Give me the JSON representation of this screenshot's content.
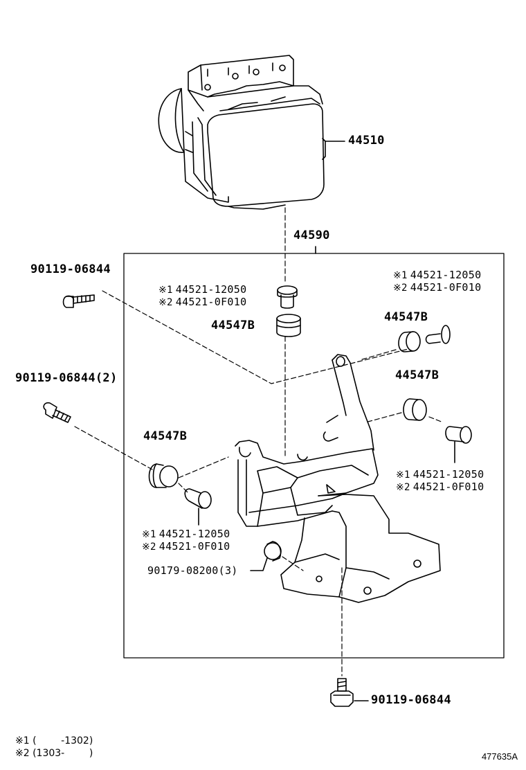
{
  "parts": {
    "actuator": "44510",
    "bracket_assy": "44590",
    "bolt_top_left": "90119-06844",
    "bolt_left_2": "90119-06844(2)",
    "bolt_bottom": "90119-06844",
    "nut_3": "90179-08200(3)",
    "cushion_center": "44547B",
    "cushion_right_upper": "44547B",
    "cushion_right_lower": "44547B",
    "cushion_left": "44547B"
  },
  "collar_groups": {
    "center": {
      "m1": "※1",
      "k1": "1",
      "p1": "44521-12050",
      "m2": "※2",
      "k2": "2",
      "p2": "44521-0F010"
    },
    "right_upper": {
      "m1": "※1",
      "k1": "1",
      "p1": "44521-12050",
      "m2": "※2",
      "k2": "2",
      "p2": "44521-0F010"
    },
    "right_lower": {
      "m1": "※1",
      "k1": "1",
      "p1": "44521-12050",
      "m2": "※2",
      "k2": "2",
      "p2": "44521-0F010"
    },
    "left_lower": {
      "m1": "※1",
      "k1": "1",
      "p1": "44521-12050",
      "m2": "※2",
      "k2": "2",
      "p2": "44521-0F010"
    }
  },
  "footnotes": {
    "note1": "※1 (        -1302)",
    "note2": "※2 (1303-        )"
  },
  "figure_code": "477635A"
}
